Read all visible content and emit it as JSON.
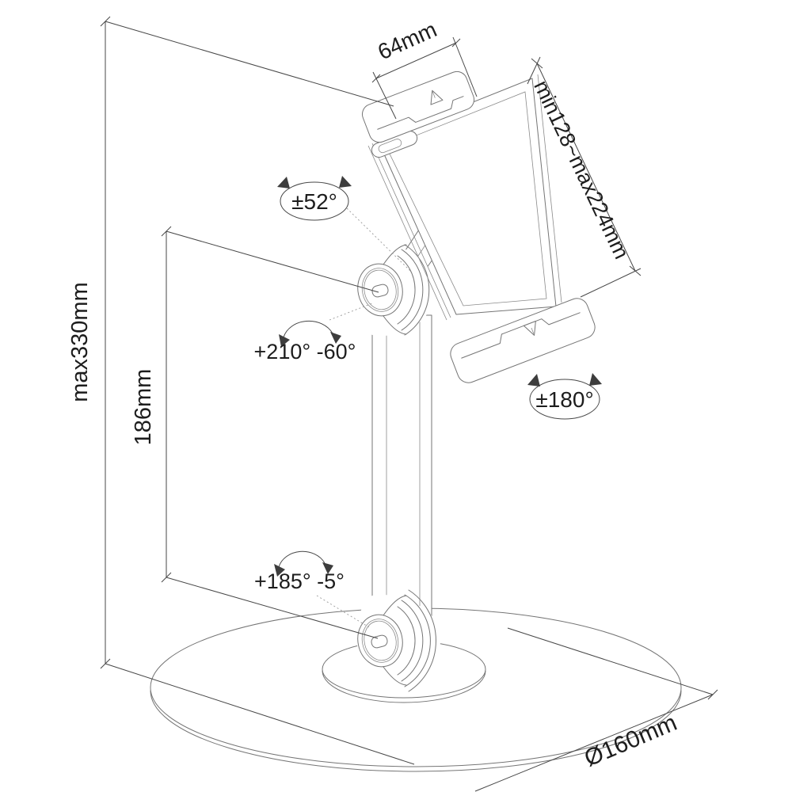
{
  "diagram": {
    "type": "technical-drawing",
    "subject": "tablet-stand-dimension-diagram",
    "labels": {
      "clamp_depth": "64mm",
      "holder_range": "min128~max224mm",
      "holder_tilt": "±52°",
      "arm_pivot": "+210° -60°",
      "max_height": "max330mm",
      "arm_length": "186mm",
      "holder_spin": "±180°",
      "base_pivot": "+185° -5°",
      "base_diameter": "Ø160mm"
    },
    "colors": {
      "background": "#ffffff",
      "part_outline": "#757575",
      "dimension_line": "#474747",
      "label_text": "#1d1d1d"
    }
  }
}
